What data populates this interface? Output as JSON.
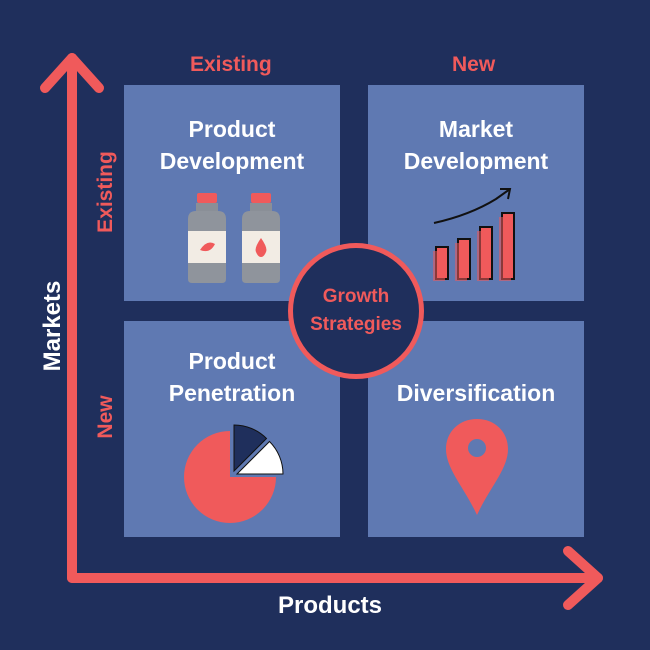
{
  "columns": {
    "existing": "Existing",
    "new": "New"
  },
  "rows": {
    "existing": "Existing",
    "new": "New"
  },
  "axes": {
    "x_label": "Products",
    "y_label": "Markets"
  },
  "center": {
    "line1": "Growth",
    "line2": "Strategies"
  },
  "quadrants": {
    "top_left": {
      "line1": "Product",
      "line2": "Development",
      "icon": "bottles-icon"
    },
    "top_right": {
      "line1": "Market",
      "line2": "Development",
      "icon": "growth-chart-icon"
    },
    "bottom_left": {
      "line1": "Product",
      "line2": "Penetration",
      "icon": "pie-chart-icon"
    },
    "bottom_right": {
      "line1": "Diversification",
      "icon": "location-pin-icon"
    }
  },
  "colors": {
    "background": "#1f2f5c",
    "quadrant": "#5f79b2",
    "accent": "#f05a5b",
    "text": "#ffffff"
  }
}
